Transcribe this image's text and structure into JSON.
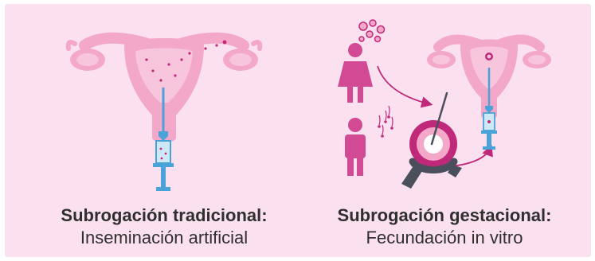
{
  "colors": {
    "background": "#fbe1f0",
    "uterus_pink": "#f3a7c9",
    "uterus_inner": "#f7c6dd",
    "magenta": "#c0287a",
    "person": "#d24a93",
    "syringe_blue": "#4aa3d8",
    "syringe_body": "#cfe8f6",
    "dark_gray": "#4b4f5c",
    "text": "#2f2f2f"
  },
  "panels": [
    {
      "title": "Subrogación tradicional:",
      "subtitle": "Inseminación artificial",
      "icons": [
        "uterus-icon",
        "syringe-icon"
      ]
    },
    {
      "title": "Subrogación gestacional:",
      "subtitle": "Fecundación in vitro",
      "icons": [
        "woman-icon",
        "man-icon",
        "eggs-icon",
        "sperm-icon",
        "petri-dish-icon",
        "pipette-icon",
        "uterus-icon",
        "syringe-icon",
        "arrow-icon"
      ]
    }
  ]
}
